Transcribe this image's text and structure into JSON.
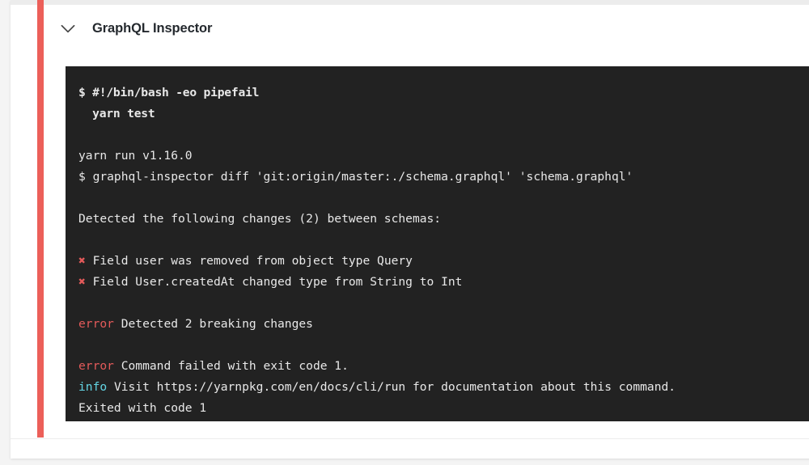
{
  "card": {
    "header": {
      "icon": "chevron-down-icon",
      "title": "GraphQL Inspector"
    },
    "status_color": "#ec5f59",
    "terminal": {
      "background_color": "#222222",
      "text_color": "#e8e8e8",
      "error_color": "#e35a5a",
      "info_color": "#63d5e4",
      "cross_glyph": "✖",
      "lines": [
        {
          "type": "command",
          "bold": true,
          "text": "$ #!/bin/bash -eo pipefail"
        },
        {
          "type": "command",
          "bold": true,
          "text": "  yarn test"
        },
        {
          "type": "blank",
          "text": ""
        },
        {
          "type": "output",
          "text": "yarn run v1.16.0"
        },
        {
          "type": "output",
          "text": "$ graphql-inspector diff 'git:origin/master:./schema.graphql' 'schema.graphql'"
        },
        {
          "type": "blank",
          "text": ""
        },
        {
          "type": "output",
          "text": "Detected the following changes (2) between schemas:"
        },
        {
          "type": "blank",
          "text": ""
        },
        {
          "type": "breaking",
          "marker": "✖",
          "text": " Field user was removed from object type Query"
        },
        {
          "type": "breaking",
          "marker": "✖",
          "text": " Field User.createdAt changed type from String to Int"
        },
        {
          "type": "blank",
          "text": ""
        },
        {
          "type": "error",
          "label": "error",
          "text": " Detected 2 breaking changes"
        },
        {
          "type": "blank",
          "text": ""
        },
        {
          "type": "error",
          "label": "error",
          "text": " Command failed with exit code 1."
        },
        {
          "type": "info",
          "label": "info",
          "text": " Visit https://yarnpkg.com/en/docs/cli/run for documentation about this command."
        },
        {
          "type": "output",
          "text": "Exited with code 1"
        }
      ]
    }
  }
}
